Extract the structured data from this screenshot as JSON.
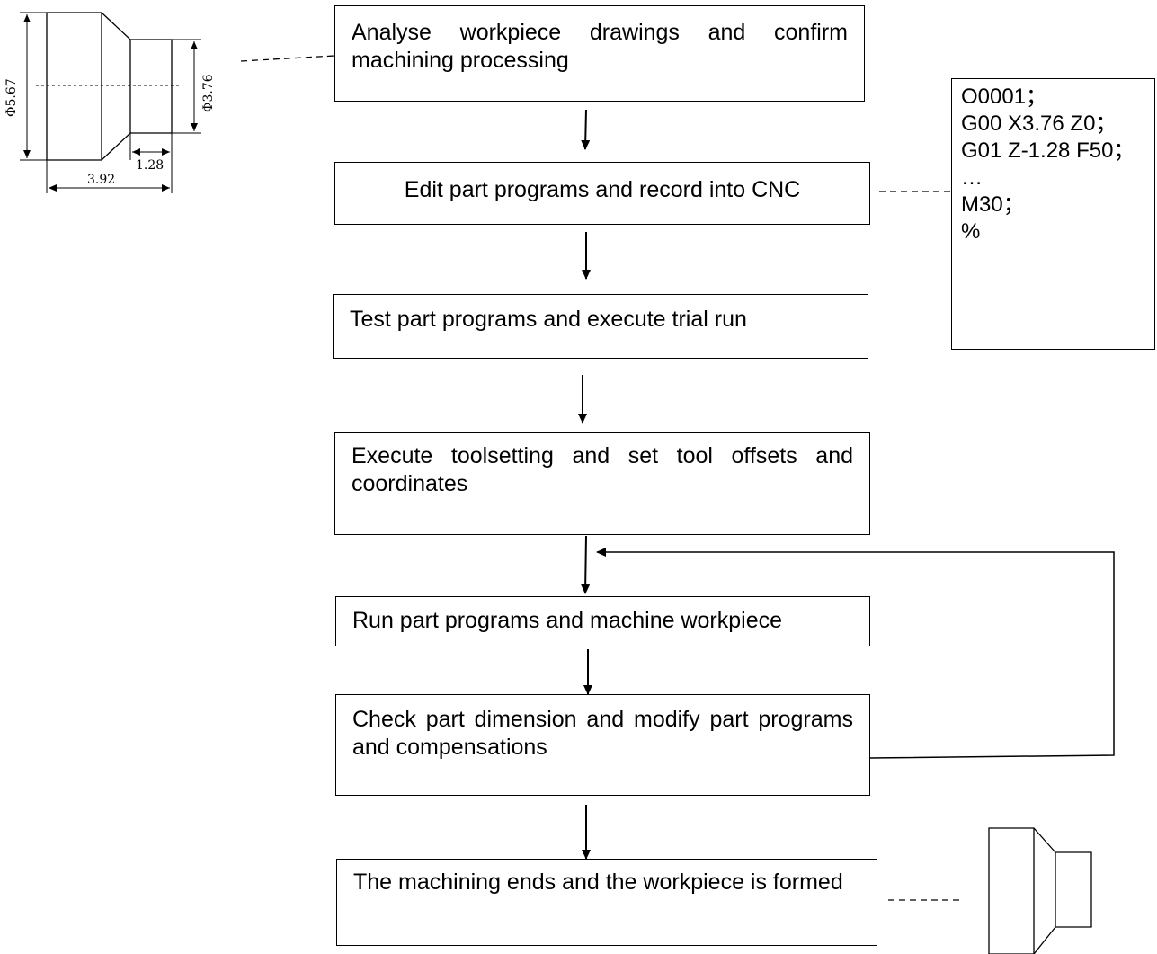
{
  "steps": [
    "Analyse workpiece drawings and confirm machining processing",
    "Edit part programs and record into CNC",
    "Test part programs and execute trial run",
    "Execute toolsetting and set tool offsets and coordinates",
    "Run part programs and machine workpiece",
    "Check part dimension and modify part programs and compensations",
    "The machining ends and the workpiece is formed"
  ],
  "program_lines": [
    "O0001；",
    "G00 X3.76 Z0；",
    "G01 Z-1.28 F50；",
    "…",
    "M30；",
    "%"
  ],
  "drawing": {
    "large_diameter": "Φ5.67",
    "small_diameter": "Φ3.76",
    "step_length": "1.28",
    "total_length": "3.92"
  }
}
